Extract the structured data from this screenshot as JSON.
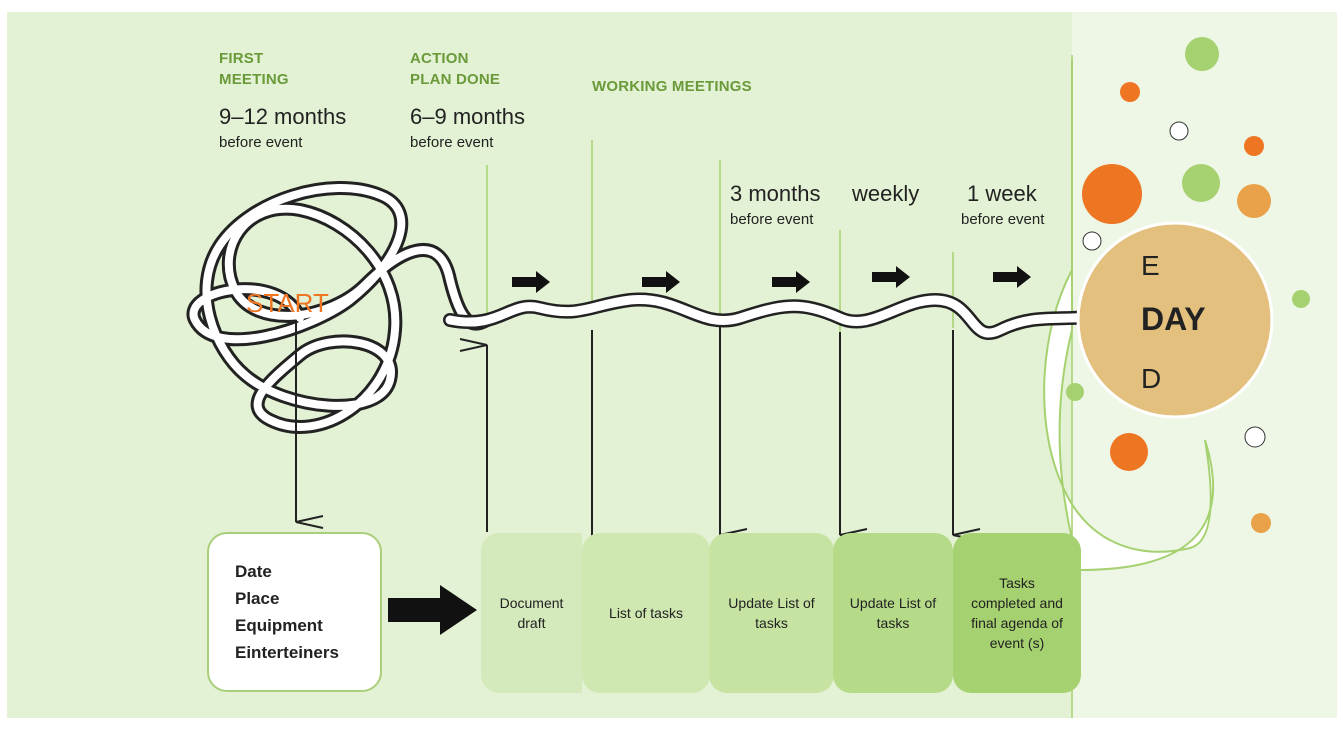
{
  "phases": [
    {
      "label": "FIRST\nMEETING",
      "range": "9–12 months",
      "note": "before event"
    },
    {
      "label": "ACTION\nPLAN DONE",
      "range": "6–9 months",
      "note": "before event"
    },
    {
      "label": "WORKING MEETINGS"
    }
  ],
  "timing": [
    {
      "value": "3 months",
      "note": "before event"
    },
    {
      "value": "weekly"
    },
    {
      "value": "1 week",
      "note": "before event"
    }
  ],
  "start_label": "START",
  "day": {
    "top": "E",
    "middle": "DAY",
    "bottom": "D"
  },
  "left_box": {
    "lines": [
      "Date",
      "Place",
      "Equipment",
      "Einterteiners"
    ]
  },
  "stage_boxes": [
    {
      "label": "Document draft"
    },
    {
      "label": "List of tasks"
    },
    {
      "label": "Update List of tasks"
    },
    {
      "label": "Update List of tasks"
    },
    {
      "label": "Tasks completed and final agenda of event (s)"
    }
  ],
  "colors": {
    "background": "#e3f2d4",
    "accent_green": "#6a9a3a",
    "light_green": "#cfe7b0",
    "mid_green": "#a6d170",
    "orange": "#ee7623",
    "tan": "#e4c07e"
  }
}
